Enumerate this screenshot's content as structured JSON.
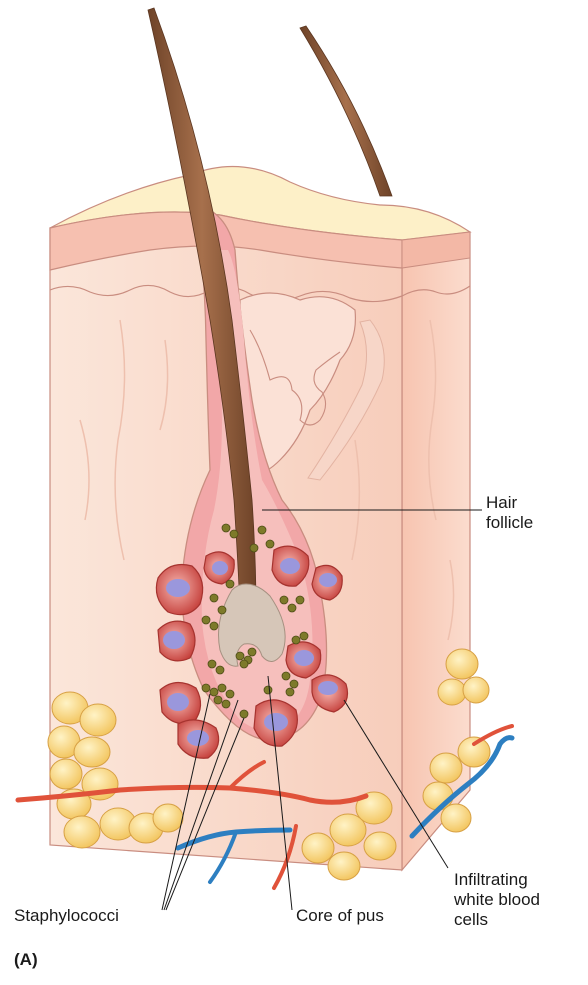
{
  "figure": {
    "panel_label": "(A)",
    "labels": {
      "hair_follicle": [
        "Hair",
        "follicle"
      ],
      "infiltrating_cells": [
        "Infiltrating",
        "white blood",
        "cells"
      ],
      "staphylococci": "Staphylococci",
      "core_of_pus": "Core of pus"
    },
    "colors": {
      "skin_light": "#fbe3d6",
      "skin_mid": "#f6c7b4",
      "epidermis_top": "#fdf0c8",
      "follicle_pink": "#f4a5a8",
      "hair_brown": "#8b5a3c",
      "wbc_red": "#c9423e",
      "wbc_nucleus": "#8f8ed8",
      "bacteria_olive": "#7d7a2a",
      "fat_yellow": "#f8d46e",
      "artery_red": "#e0523a",
      "vein_blue": "#2d7fc1"
    }
  }
}
